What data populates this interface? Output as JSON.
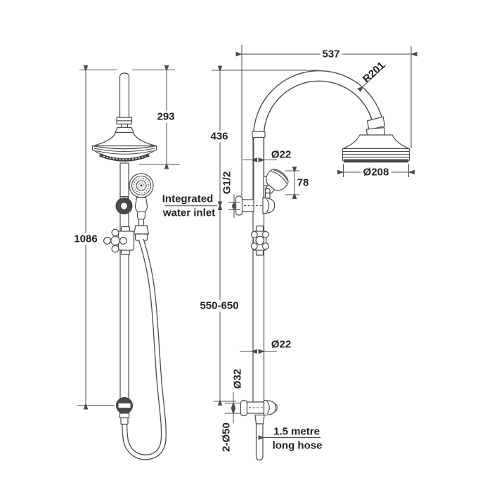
{
  "colors": {
    "background": "#ffffff",
    "line": "#4c4c4c",
    "dark_fill": "#484848",
    "text": "#222222"
  },
  "views": {
    "front": {
      "dim_head_assembly_height": "293",
      "dim_overall_height": "1086"
    },
    "side": {
      "dim_overall_width": "537",
      "dim_arc_radius": "R201",
      "dim_top_to_inlet": "436",
      "dim_inlet_thread": "G1/2",
      "label_inlet_line1": "Integrated",
      "label_inlet_line2": "water inlet",
      "dim_riser_diameter_upper": "Ø22",
      "dim_handshower_height": "78",
      "dim_head_diameter": "Ø208",
      "dim_inlet_to_bracket": "550-650",
      "dim_riser_diameter_lower": "Ø22",
      "dim_bracket_diameter": "Ø32",
      "dim_wall_flanges": "2-Ø50",
      "label_hose_line1": "1.5 metre",
      "label_hose_line2": "long hose"
    }
  }
}
